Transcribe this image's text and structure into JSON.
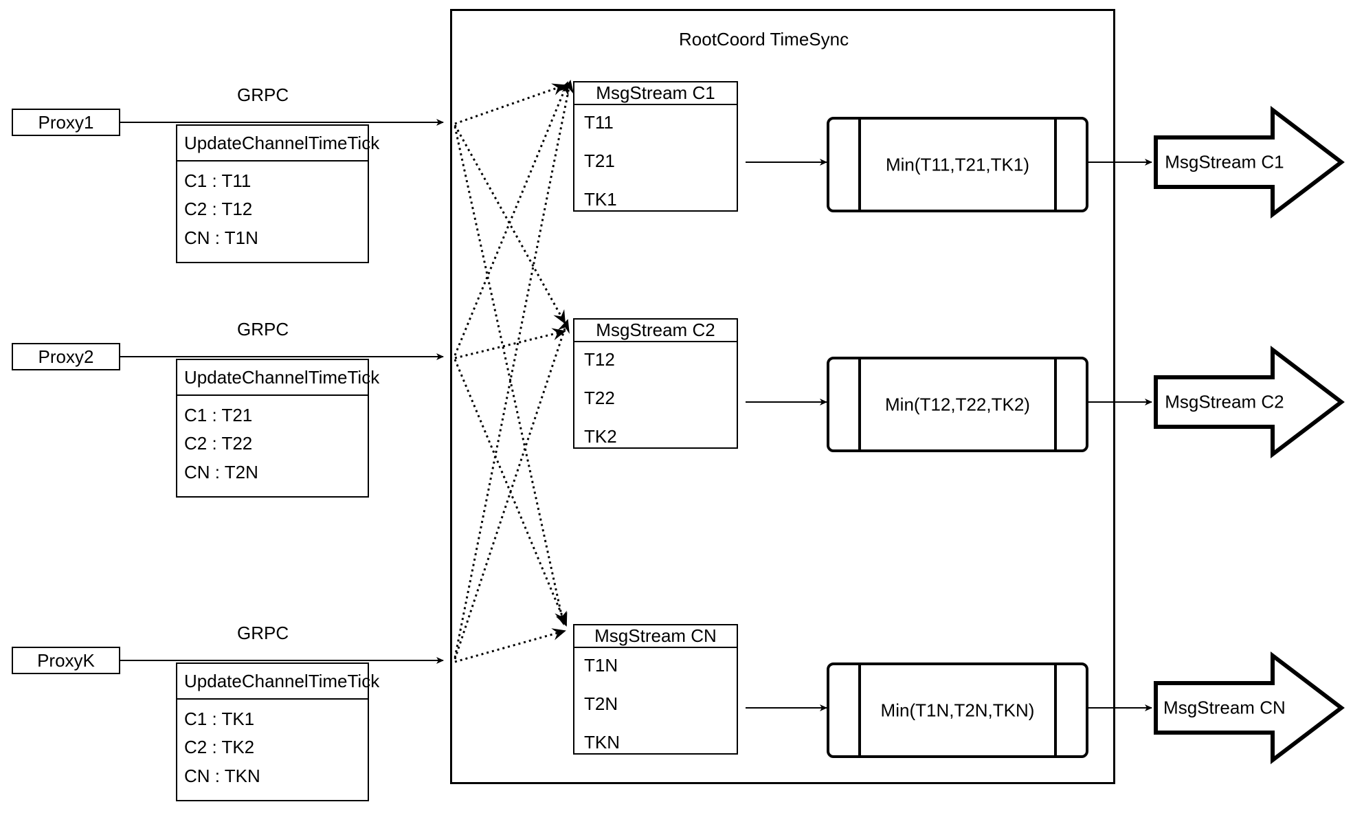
{
  "diagram": {
    "title": "RootCoord TimeSync",
    "grpc_label": "GRPC",
    "proxies": [
      {
        "name": "Proxy1",
        "rpc_title": "UpdateChannelTimeTick",
        "rows": [
          "C1 :  T11",
          "C2 :  T12",
          "CN : T1N"
        ]
      },
      {
        "name": "Proxy2",
        "rpc_title": "UpdateChannelTimeTick",
        "rows": [
          "C1 :  T21",
          "C2 :  T22",
          "CN : T2N"
        ]
      },
      {
        "name": "ProxyK",
        "rpc_title": "UpdateChannelTimeTick",
        "rows": [
          "C1 :  TK1",
          "C2 :  TK2",
          "CN : TKN"
        ]
      }
    ],
    "channels": [
      {
        "stream_title": "MsgStream C1",
        "ticks": [
          "T11",
          "T21",
          "TK1"
        ],
        "min_label": "Min(T11,T21,TK1)",
        "output_label": "MsgStream C1"
      },
      {
        "stream_title": "MsgStream C2",
        "ticks": [
          "T12",
          "T22",
          "TK2"
        ],
        "min_label": "Min(T12,T22,TK2)",
        "output_label": "MsgStream C2"
      },
      {
        "stream_title": "MsgStream CN",
        "ticks": [
          "T1N",
          "T2N",
          "TKN"
        ],
        "min_label": "Min(T1N,T2N,TKN)",
        "output_label": "MsgStream CN"
      }
    ],
    "colors": {
      "stroke": "#000000",
      "background": "#ffffff"
    }
  }
}
